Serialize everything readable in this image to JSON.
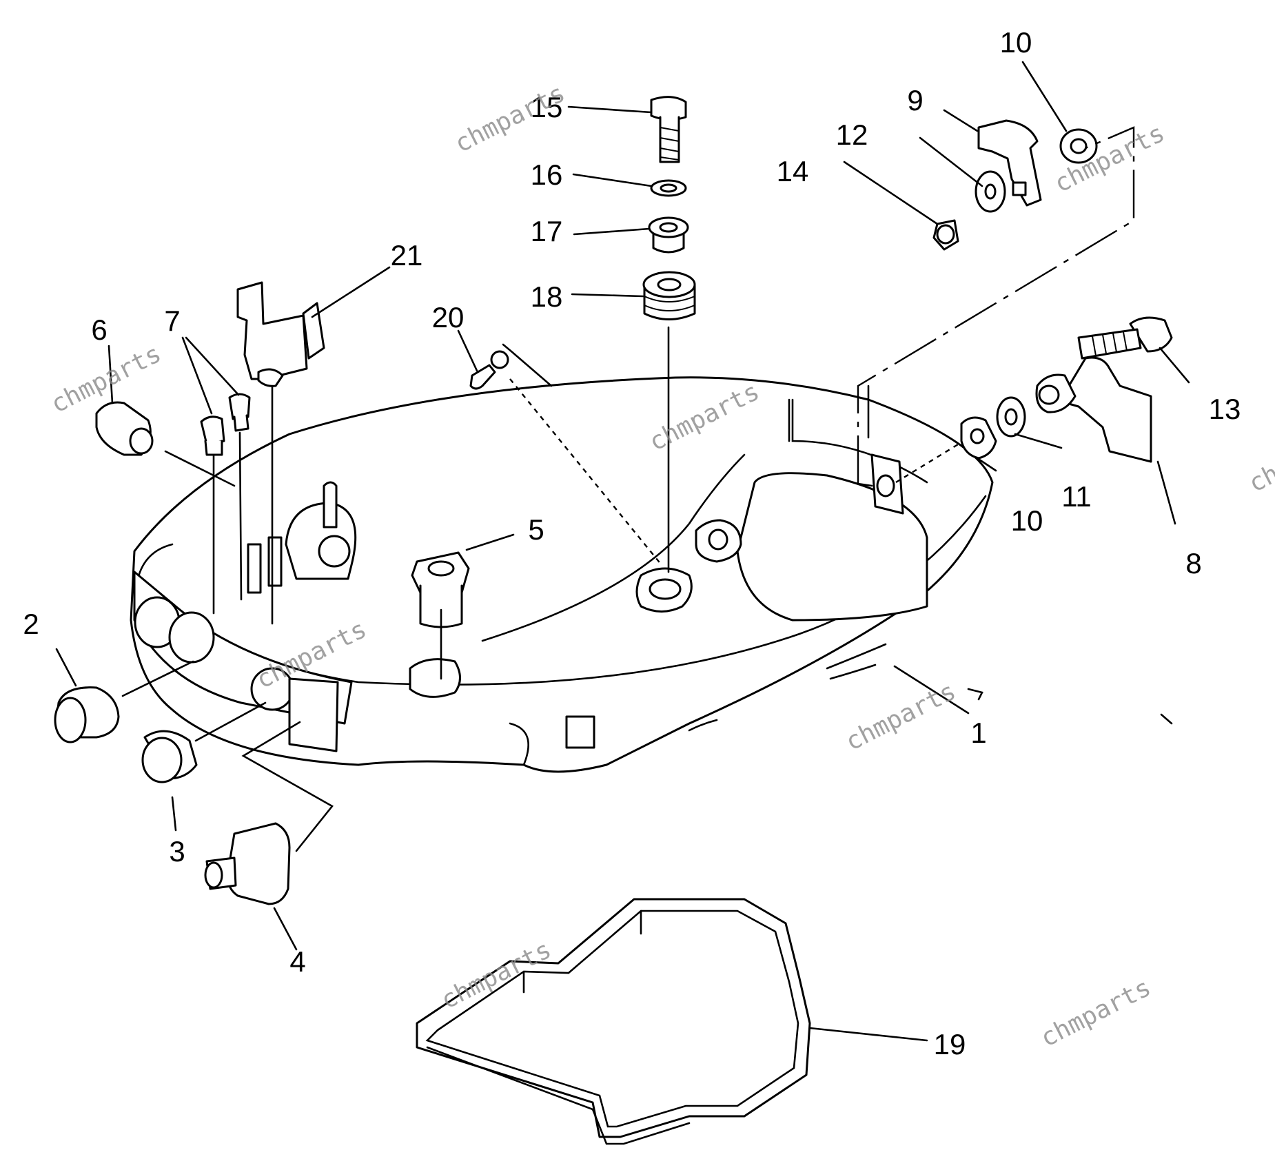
{
  "callouts": [
    {
      "id": "1",
      "label": "1"
    },
    {
      "id": "2",
      "label": "2"
    },
    {
      "id": "3",
      "label": "3"
    },
    {
      "id": "4",
      "label": "4"
    },
    {
      "id": "5",
      "label": "5"
    },
    {
      "id": "6",
      "label": "6"
    },
    {
      "id": "7",
      "label": "7"
    },
    {
      "id": "8",
      "label": "8"
    },
    {
      "id": "9",
      "label": "9"
    },
    {
      "id": "10a",
      "label": "10"
    },
    {
      "id": "10b",
      "label": "10"
    },
    {
      "id": "11",
      "label": "11"
    },
    {
      "id": "12",
      "label": "12"
    },
    {
      "id": "13",
      "label": "13"
    },
    {
      "id": "14",
      "label": "14"
    },
    {
      "id": "15",
      "label": "15"
    },
    {
      "id": "16",
      "label": "16"
    },
    {
      "id": "17",
      "label": "17"
    },
    {
      "id": "18",
      "label": "18"
    },
    {
      "id": "19",
      "label": "19"
    },
    {
      "id": "20",
      "label": "20"
    },
    {
      "id": "21",
      "label": "21"
    }
  ],
  "watermark": {
    "text": "chmparts"
  },
  "colors": {
    "ink": "#000000",
    "watermark": "#8a8a8a",
    "background": "#ffffff"
  }
}
